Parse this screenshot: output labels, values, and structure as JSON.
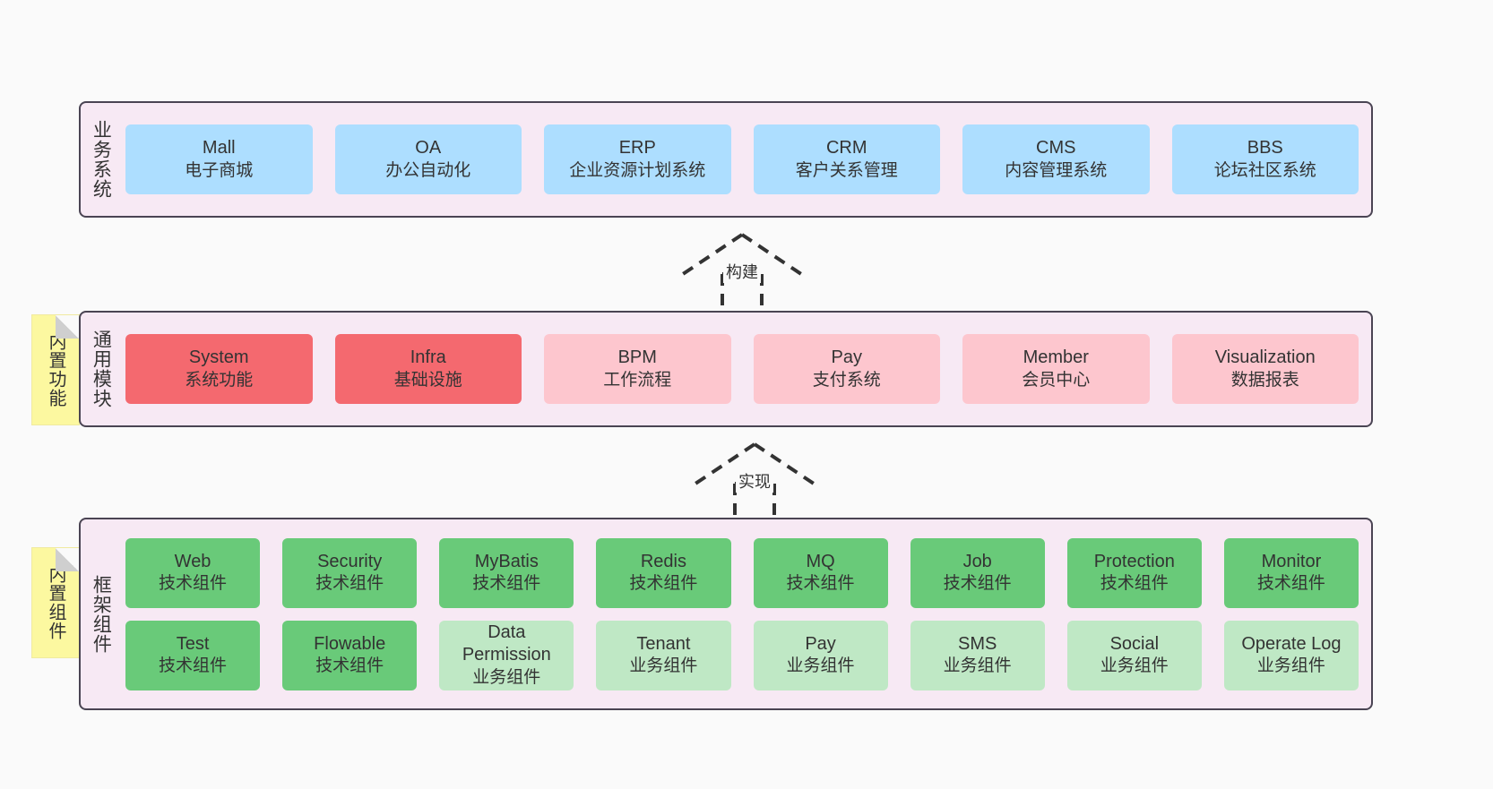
{
  "layers": [
    {
      "id": "business-systems",
      "caption": "业务系统",
      "rows": [
        {
          "nodes": [
            {
              "title": "Mall",
              "subtitle": "电子商城",
              "color": "blue"
            },
            {
              "title": "OA",
              "subtitle": "办公自动化",
              "color": "blue"
            },
            {
              "title": "ERP",
              "subtitle": "企业资源计划系统",
              "color": "blue"
            },
            {
              "title": "CRM",
              "subtitle": "客户关系管理",
              "color": "blue"
            },
            {
              "title": "CMS",
              "subtitle": "内容管理系统",
              "color": "blue"
            },
            {
              "title": "BBS",
              "subtitle": "论坛社区系统",
              "color": "blue"
            }
          ]
        }
      ]
    },
    {
      "id": "common-modules",
      "caption": "通用模块",
      "sticky": "内置功能",
      "rows": [
        {
          "nodes": [
            {
              "title": "System",
              "subtitle": "系统功能",
              "color": "red"
            },
            {
              "title": "Infra",
              "subtitle": "基础设施",
              "color": "red"
            },
            {
              "title": "BPM",
              "subtitle": "工作流程",
              "color": "pink"
            },
            {
              "title": "Pay",
              "subtitle": "支付系统",
              "color": "pink"
            },
            {
              "title": "Member",
              "subtitle": "会员中心",
              "color": "pink"
            },
            {
              "title": "Visualization",
              "subtitle": "数据报表",
              "color": "pink"
            }
          ]
        }
      ]
    },
    {
      "id": "framework-components",
      "caption": "框架组件",
      "sticky": "内置组件",
      "rows": [
        {
          "nodes": [
            {
              "title": "Web",
              "subtitle": "技术组件",
              "color": "green"
            },
            {
              "title": "Security",
              "subtitle": "技术组件",
              "color": "green"
            },
            {
              "title": "MyBatis",
              "subtitle": "技术组件",
              "color": "green"
            },
            {
              "title": "Redis",
              "subtitle": "技术组件",
              "color": "green"
            },
            {
              "title": "MQ",
              "subtitle": "技术组件",
              "color": "green"
            },
            {
              "title": "Job",
              "subtitle": "技术组件",
              "color": "green"
            },
            {
              "title": "Protection",
              "subtitle": "技术组件",
              "color": "green"
            },
            {
              "title": "Monitor",
              "subtitle": "技术组件",
              "color": "green"
            }
          ]
        },
        {
          "nodes": [
            {
              "title": "Test",
              "subtitle": "技术组件",
              "color": "green"
            },
            {
              "title": "Flowable",
              "subtitle": "技术组件",
              "color": "green"
            },
            {
              "title": "Data Permission",
              "subtitle": "业务组件",
              "color": "mint"
            },
            {
              "title": "Tenant",
              "subtitle": "业务组件",
              "color": "mint"
            },
            {
              "title": "Pay",
              "subtitle": "业务组件",
              "color": "mint"
            },
            {
              "title": "SMS",
              "subtitle": "业务组件",
              "color": "mint"
            },
            {
              "title": "Social",
              "subtitle": "业务组件",
              "color": "mint"
            },
            {
              "title": "Operate Log",
              "subtitle": "业务组件",
              "color": "mint"
            }
          ]
        }
      ]
    }
  ],
  "connectors": [
    {
      "id": "build",
      "label": "构建"
    },
    {
      "id": "implement",
      "label": "实现"
    }
  ],
  "colors": {
    "panel_background": "#f7e9f4",
    "panel_border": "#4a4453",
    "blue": "#addeff",
    "red": "#f4696f",
    "pink": "#fdc6ce",
    "green": "#69ca79",
    "mint": "#bfe8c5",
    "sticky": "#fcf8a0",
    "canvas": "#fafafa",
    "text": "#333333"
  }
}
